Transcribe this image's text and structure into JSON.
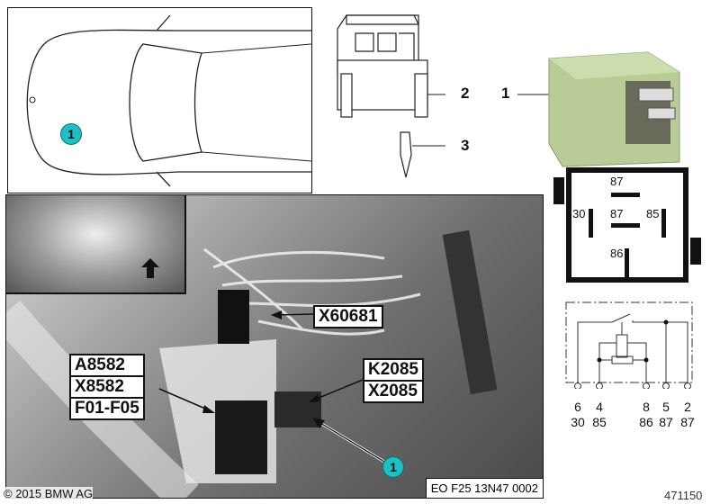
{
  "callouts": {
    "location_badge": "1",
    "photo_badge": "1",
    "x60681": "X60681",
    "left_stack": [
      "A8582",
      "X8582",
      "F01-F05"
    ],
    "right_stack": [
      "K2085",
      "X2085"
    ]
  },
  "part_numbers": {
    "relay": "1",
    "housing": "2",
    "terminal": "3"
  },
  "relay_pinout": {
    "pins": [
      "87",
      "30",
      "87",
      "85",
      "86"
    ]
  },
  "schematic": {
    "pin_numbers": [
      "6",
      "4",
      "8",
      "5",
      "2"
    ],
    "terminal_numbers": [
      "30",
      "85",
      "86",
      "87",
      "87"
    ]
  },
  "footer": {
    "copyright": "© 2015 BMW AG",
    "diagram_code": "EO F25 13N47 0002",
    "image_number": "471150"
  },
  "colors": {
    "badge": "#1fbfc4",
    "relay_green": "#b9cc98"
  }
}
